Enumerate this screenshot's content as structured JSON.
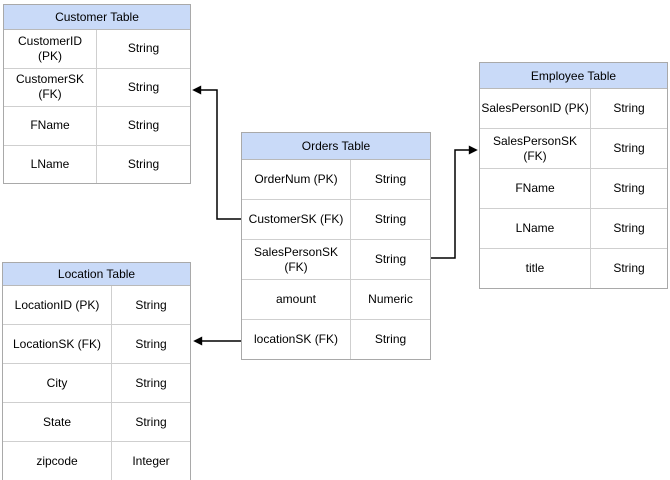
{
  "tables": {
    "customer": {
      "title": "Customer Table",
      "rows": [
        {
          "field": "CustomerID (PK)",
          "type": "String"
        },
        {
          "field": "CustomerSK\n(FK)",
          "type": "String"
        },
        {
          "field": "FName",
          "type": "String"
        },
        {
          "field": "LName",
          "type": "String"
        }
      ]
    },
    "orders": {
      "title": "Orders Table",
      "rows": [
        {
          "field": "OrderNum (PK)",
          "type": "String"
        },
        {
          "field": "CustomerSK (FK)",
          "type": "String"
        },
        {
          "field": "SalesPersonSK\n(FK)",
          "type": "String"
        },
        {
          "field": "amount",
          "type": "Numeric"
        },
        {
          "field": "locationSK (FK)",
          "type": "String"
        }
      ]
    },
    "employee": {
      "title": "Employee Table",
      "rows": [
        {
          "field": "SalesPersonID (PK)",
          "type": "String"
        },
        {
          "field": "SalesPersonSK\n(FK)",
          "type": "String"
        },
        {
          "field": "FName",
          "type": "String"
        },
        {
          "field": "LName",
          "type": "String"
        },
        {
          "field": "title",
          "type": "String"
        }
      ]
    },
    "location": {
      "title": "Location Table",
      "rows": [
        {
          "field": "LocationID (PK)",
          "type": "String"
        },
        {
          "field": "LocationSK (FK)",
          "type": "String"
        },
        {
          "field": "City",
          "type": "String"
        },
        {
          "field": "State",
          "type": "String"
        },
        {
          "field": "zipcode",
          "type": "Integer"
        }
      ]
    }
  },
  "relationships": [
    {
      "from": "Orders.CustomerSK (FK)",
      "to": "Customer.CustomerSK (FK)"
    },
    {
      "from": "Orders.SalesPersonSK (FK)",
      "to": "Employee.SalesPersonSK (FK)"
    },
    {
      "from": "Orders.locationSK (FK)",
      "to": "Location.LocationSK (FK)"
    }
  ],
  "colors": {
    "header_bg": "#C9DAF8",
    "table_border": "#A9A9A9",
    "grid_line": "#CFCFCF",
    "connector": "#000000",
    "canvas_bg": "#FFFFFF"
  }
}
